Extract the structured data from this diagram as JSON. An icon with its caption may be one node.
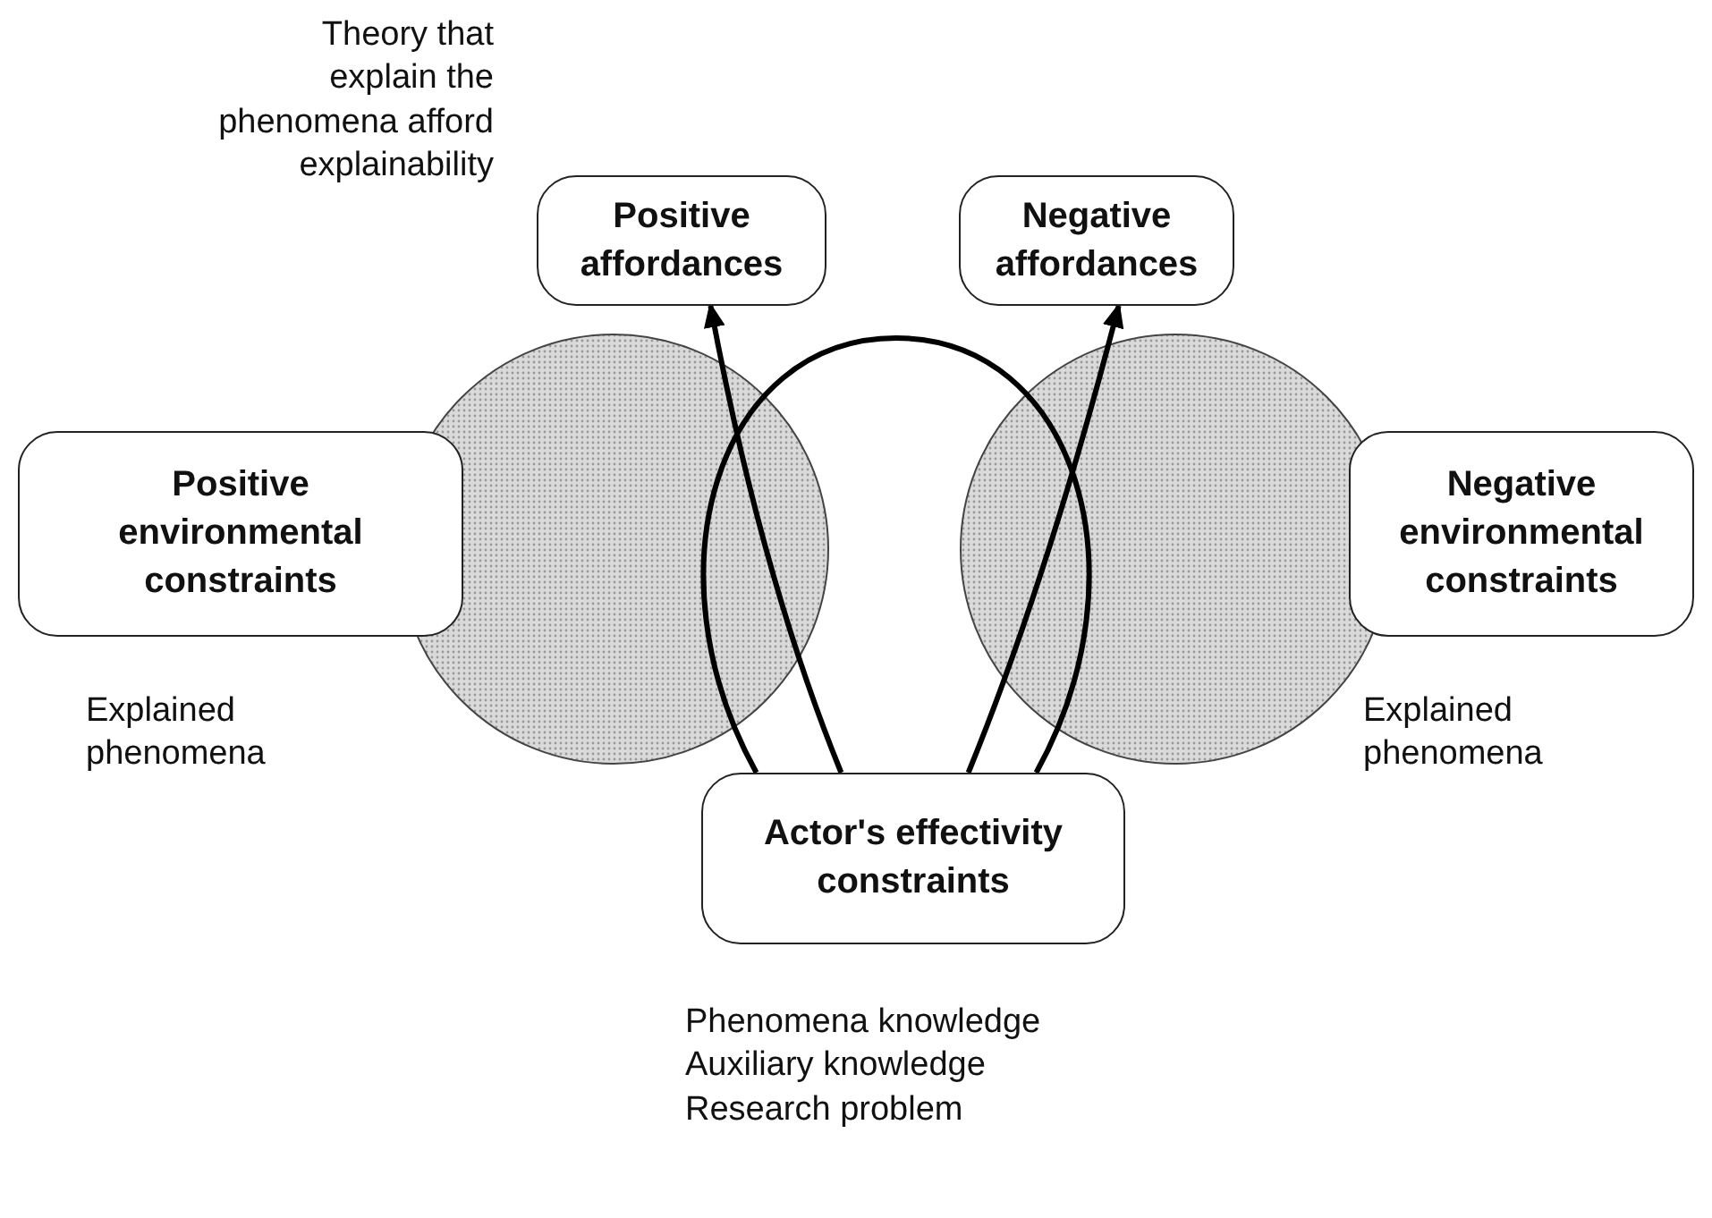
{
  "diagram": {
    "nodes": [
      {
        "text": [
          "Positive affordances"
        ],
        "beside": [
          "Theory that explain the phenomena afford explainability"
        ]
      },
      {
        "text": [
          "Negative affordances"
        ]
      },
      {
        "text": [
          "Positive environmental constraints"
        ]
      },
      {
        "text": [
          "Negative environmental constraints"
        ]
      },
      {
        "text": [
          "Actor's effectivity constraints"
        ],
        "beside": [
          "Phenomena knowledge",
          "Auxiliary knowledge",
          "Research problem"
        ]
      }
    ],
    "edges": [
      {
        "from": 4,
        "to": 0,
        "arrow": "to"
      },
      {
        "from": 4,
        "to": 1,
        "arrow": "to"
      },
      {
        "from": 4,
        "to": 4,
        "arrow": "none"
      }
    ],
    "labels": [
      "Explained phenomena",
      "Explained phenomena"
    ]
  }
}
